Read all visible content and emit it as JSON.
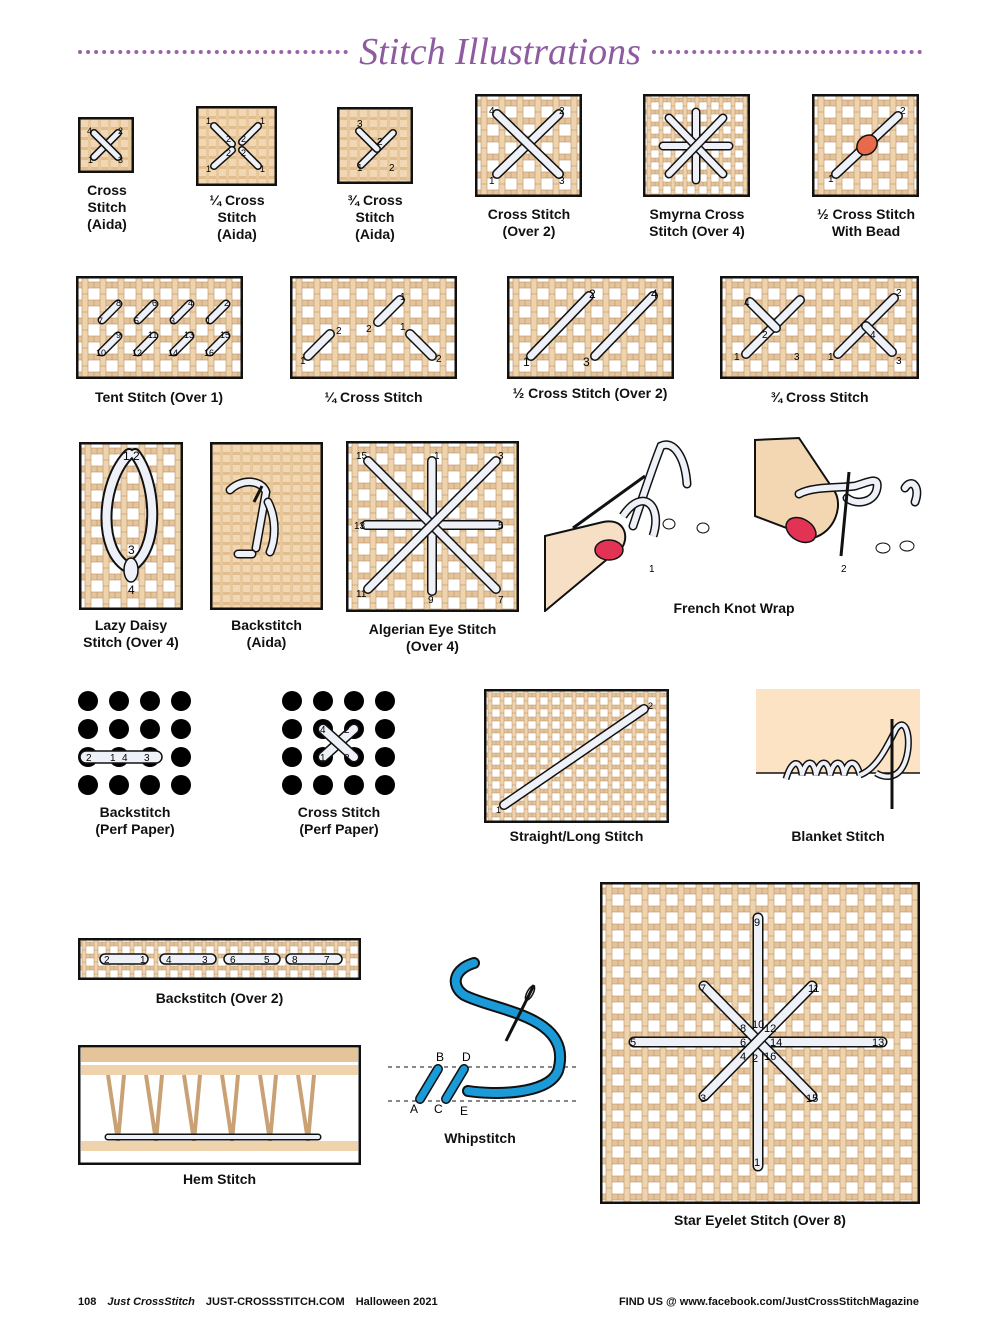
{
  "header": {
    "title": "Stitch Illustrations"
  },
  "captions": {
    "cross_aida": "Cross\nStitch\n(Aida)",
    "quarter_aida": "¼ Cross\nStitch\n(Aida)",
    "three_quarter_aida": "¾ Cross\nStitch\n(Aida)",
    "cross_over2": "Cross Stitch\n(Over 2)",
    "smyrna": "Smyrna Cross\nStitch (Over 4)",
    "half_bead": "½ Cross Stitch\nWith Bead",
    "tent": "Tent Stitch (Over 1)",
    "quarter": "¼ Cross Stitch",
    "half_over2": "½ Cross Stitch (Over 2)",
    "three_quarter": "¾ Cross Stitch",
    "lazy_daisy": "Lazy Daisy\nStitch (Over 4)",
    "backstitch_aida": "Backstitch\n(Aida)",
    "algerian": "Algerian Eye Stitch\n(Over 4)",
    "french_knot": "French Knot Wrap",
    "backstitch_perf": "Backstitch\n(Perf Paper)",
    "cross_perf": "Cross Stitch\n(Perf Paper)",
    "straight_long": "Straight/Long Stitch",
    "blanket": "Blanket Stitch",
    "backstitch_over2": "Backstitch (Over 2)",
    "whipstitch": "Whipstitch",
    "hem": "Hem Stitch",
    "star_eyelet": "Star Eyelet Stitch (Over 8)"
  },
  "labels": {
    "cross_aida": [
      "4",
      "2",
      "1",
      "3"
    ],
    "quarter_aida": [
      "1",
      "1",
      "2",
      "2",
      "2",
      "2",
      "1",
      "1"
    ],
    "three_quarter_aida": [
      "3",
      "2",
      "1",
      "2"
    ],
    "cross_over2": [
      "4",
      "2",
      "1",
      "3"
    ],
    "half_bead": [
      "2",
      "1"
    ],
    "tent": [
      "8",
      "6",
      "4",
      "2",
      "7",
      "5",
      "3",
      "1",
      "9",
      "11",
      "13",
      "15",
      "10",
      "12",
      "14",
      "16"
    ],
    "quarter": [
      "1",
      "2",
      "2",
      "1",
      "1",
      "2"
    ],
    "half_over2": [
      "2",
      "4",
      "1",
      "3"
    ],
    "three_quarter": [
      "4",
      "2",
      "2",
      "4",
      "1",
      "3",
      "1",
      "3"
    ],
    "lazy_daisy": [
      "1",
      "2",
      "3",
      "4"
    ],
    "algerian": [
      "15",
      "1",
      "3",
      "13",
      "5",
      "11",
      "9",
      "7"
    ],
    "french_knot": [
      "1",
      "2"
    ],
    "backstitch_perf": [
      "2",
      "1",
      "4",
      "3"
    ],
    "cross_perf": [
      "4",
      "2",
      "1",
      "3"
    ],
    "straight_long": [
      "2",
      "1"
    ],
    "backstitch_over2": [
      "2",
      "1",
      "4",
      "3",
      "6",
      "5",
      "8",
      "7"
    ],
    "whipstitch": [
      "B",
      "D",
      "A",
      "C",
      "E"
    ],
    "star_eyelet": [
      "9",
      "7",
      "11",
      "8",
      "10",
      "12",
      "5",
      "6",
      "14",
      "13",
      "4",
      "2",
      "16",
      "3",
      "15",
      "1"
    ]
  },
  "footer": {
    "page": "108",
    "magazine": "Just CrossStitch",
    "site": "JUST-CROSSSTITCH.COM",
    "issue": "Halloween 2021",
    "social": "FIND US @ www.facebook.com/JustCrossStitchMagazine"
  },
  "colors": {
    "title": "#8e5aa0",
    "canvas": "#e8c9a0",
    "thread": "#e9eef6",
    "whip": "#1a9ad6",
    "bead": "#e86a4a",
    "nail": "#e23355"
  }
}
